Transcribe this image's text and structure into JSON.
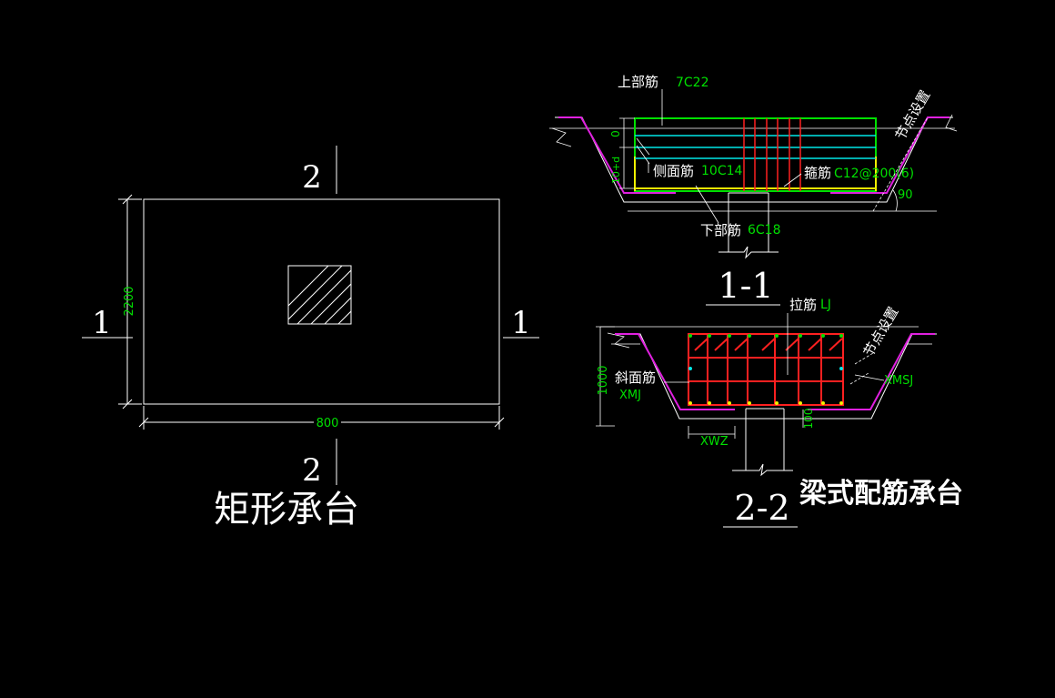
{
  "plan": {
    "title": "矩形承台",
    "section_mark_top": "2",
    "section_mark_bottom": "2",
    "section_mark_left": "1",
    "section_mark_right": "1",
    "dim_width": "800",
    "dim_height": "2200"
  },
  "section_1_1": {
    "label": "1-1",
    "top_bar_label": "上部筋",
    "top_bar_value": "7C22",
    "side_bar_label": "侧面筋",
    "side_bar_value": "10C14",
    "stirrup_label": "箍筋",
    "stirrup_value": "C12@200(6)",
    "bottom_bar_label": "下部筋",
    "bottom_bar_value": "6C18",
    "node_label": "节点设置",
    "angle": "90",
    "dim_zero": "0",
    "dim_side": "10+d"
  },
  "section_2_2": {
    "label": "2-2",
    "tie_label": "拉筋",
    "tie_value": "LJ",
    "slope_label": "斜面筋",
    "slope_value": "XMJ",
    "node_label": "节点设置",
    "slope_side_value": "XMSJ",
    "xwz": "XWZ",
    "dim_height": "1000",
    "dim_small": "100"
  },
  "caption": "梁式配筋承台",
  "colors": {
    "background": "#000000",
    "line": "#ffffff",
    "dimension_text": "#00e000",
    "rebar_red": "#ff2020",
    "rebar_magenta": "#e020e0",
    "rebar_cyan": "#00e8e8",
    "rebar_green": "#00e000",
    "rebar_yellow": "#f0f000"
  }
}
